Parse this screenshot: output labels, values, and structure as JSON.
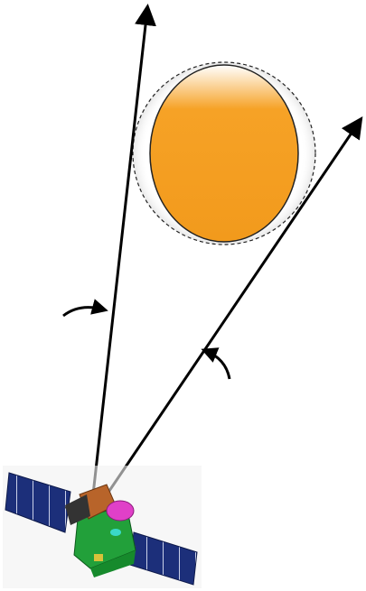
{
  "diagram": {
    "elements": [
      {
        "name": "sun",
        "icon": "sun-disc-icon",
        "color": "#f6a226",
        "halo": "dashed-circle"
      },
      {
        "name": "line-of-sight-1",
        "icon": "arrow-icon",
        "color": "#000000"
      },
      {
        "name": "line-of-sight-2",
        "icon": "arrow-icon",
        "color": "#000000"
      },
      {
        "name": "angle-marker-1",
        "icon": "curved-arrow-icon",
        "color": "#000000"
      },
      {
        "name": "angle-marker-2",
        "icon": "curved-arrow-icon",
        "color": "#000000"
      },
      {
        "name": "satellite",
        "icon": "satellite-icon",
        "colors": {
          "panel": "#1c2f7a",
          "body": "#22a03a",
          "dish": "#e040c8",
          "instrument": "#b8642a"
        }
      }
    ]
  }
}
